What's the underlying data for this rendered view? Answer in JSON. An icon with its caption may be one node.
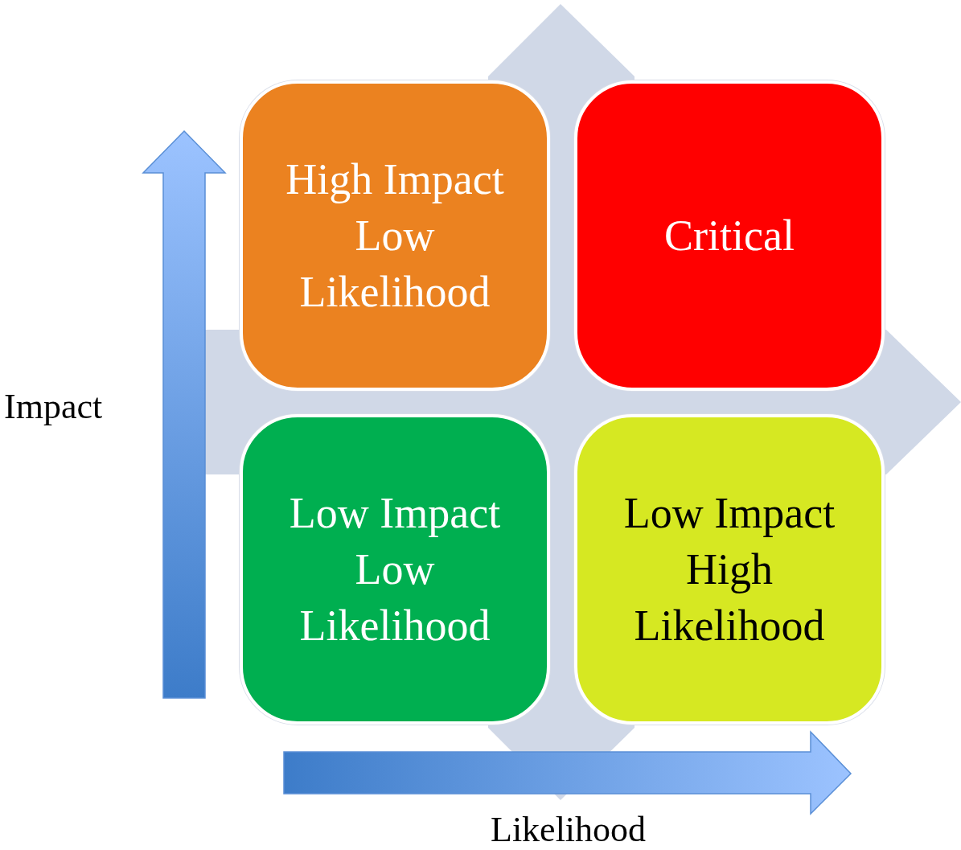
{
  "diagram": {
    "nodes": [
      {
        "text": [
          "High Impact",
          "Low Likelihood"
        ]
      },
      {
        "text": [
          "Critical"
        ]
      },
      {
        "text": [
          "Low Impact Low Likelihood"
        ]
      },
      {
        "text": [
          "Low Impact High Likelihood"
        ]
      }
    ],
    "labels": [
      "Impact",
      "Likelihood"
    ]
  }
}
